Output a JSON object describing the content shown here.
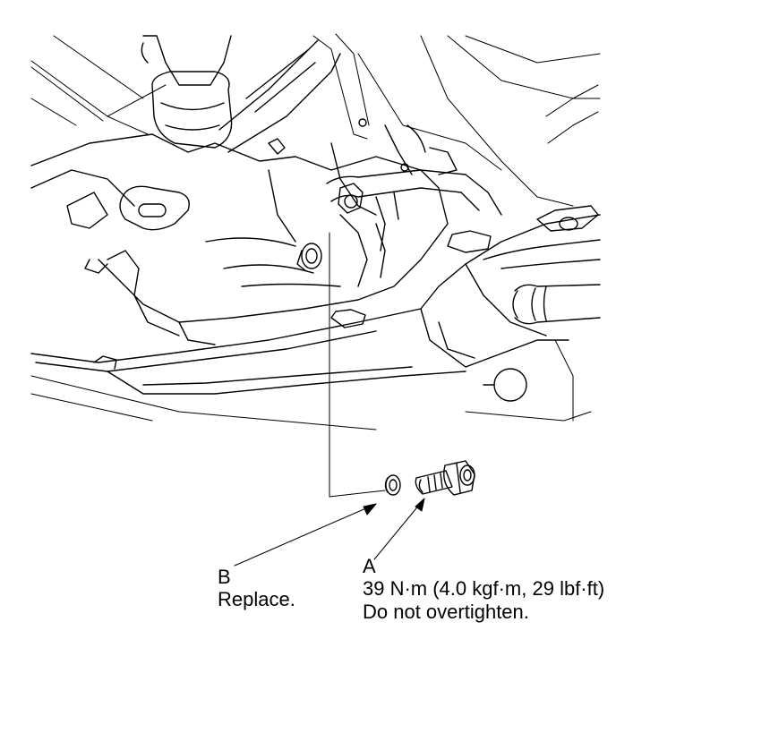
{
  "callouts": {
    "a": {
      "letter": "A",
      "torque": "39 N·m (4.0 kgf·m, 29 lbf·ft)",
      "note": "Do not overtighten."
    },
    "b": {
      "letter": "B",
      "note": "Replace."
    }
  },
  "colors": {
    "line": "#000000",
    "background": "#ffffff"
  }
}
